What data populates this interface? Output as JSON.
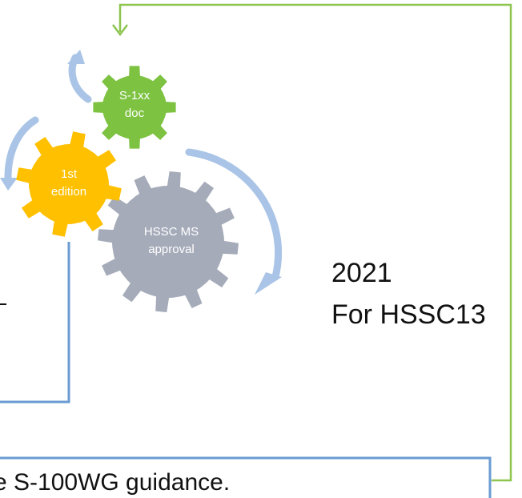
{
  "gears": {
    "green": {
      "line1": "S-1xx",
      "line2": "doc",
      "color": "#7dc241"
    },
    "orange": {
      "line1": "1st",
      "line2": "edition",
      "color": "#ffc000"
    },
    "gray": {
      "line1": "HSSC MS",
      "line2": "approval",
      "color": "#a5abb9"
    }
  },
  "timeline": {
    "year": "2021",
    "meeting": "For HSSC13"
  },
  "bottom_box": {
    "text": "e S-100WG guidance."
  },
  "colors": {
    "green_loop": "#8dc54f",
    "blue_box": "#6a9bd2",
    "cycle_arrow": "#a9c4e6",
    "text_dark": "#111111",
    "text_white": "#ffffff"
  }
}
